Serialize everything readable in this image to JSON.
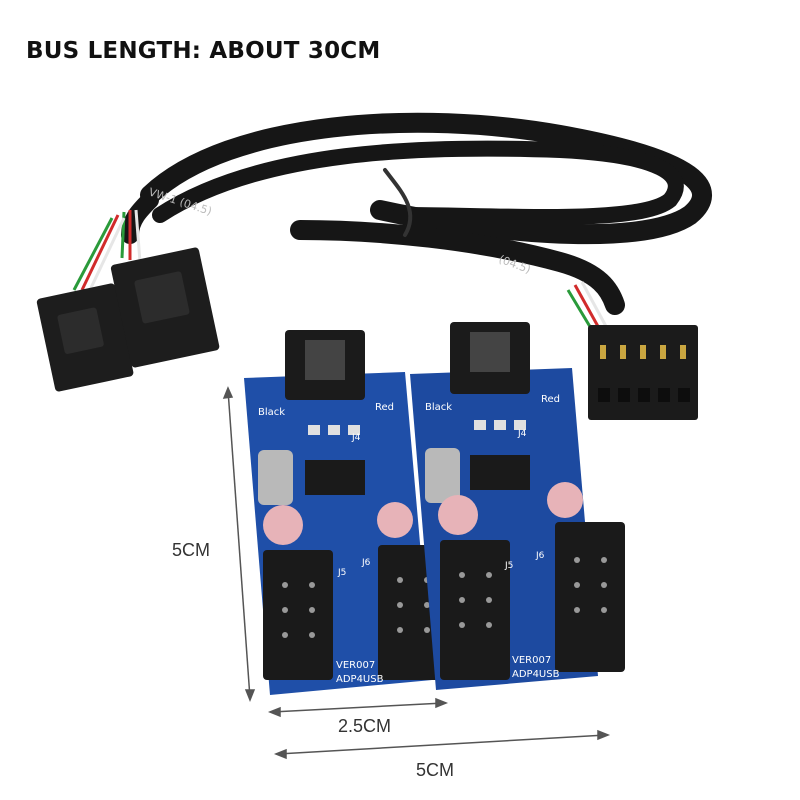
{
  "headline": "BUS LENGTH: ABOUT 30CM",
  "dimensions": {
    "height_label": "5CM",
    "single_board_width_label": "2.5CM",
    "total_width_label": "5CM"
  },
  "board_left": {
    "label_black": "Black",
    "label_red": "Red",
    "label_j4": "J4",
    "label_j5": "J5",
    "label_j6": "J6",
    "version": "VER007",
    "model": "ADP4USB"
  },
  "board_right": {
    "label_black": "Black",
    "label_red": "Red",
    "label_j4": "J4",
    "label_j5": "J5",
    "label_j6": "J6",
    "version": "VER007",
    "model": "ADP4USB"
  },
  "colors": {
    "pcb_blue": "#1f4fa8",
    "pcb_dark_blue": "#143a80",
    "cable_black": "#1a1a1a",
    "connector_black": "#202020",
    "capacitor_pink": "#e7b3b8"
  }
}
